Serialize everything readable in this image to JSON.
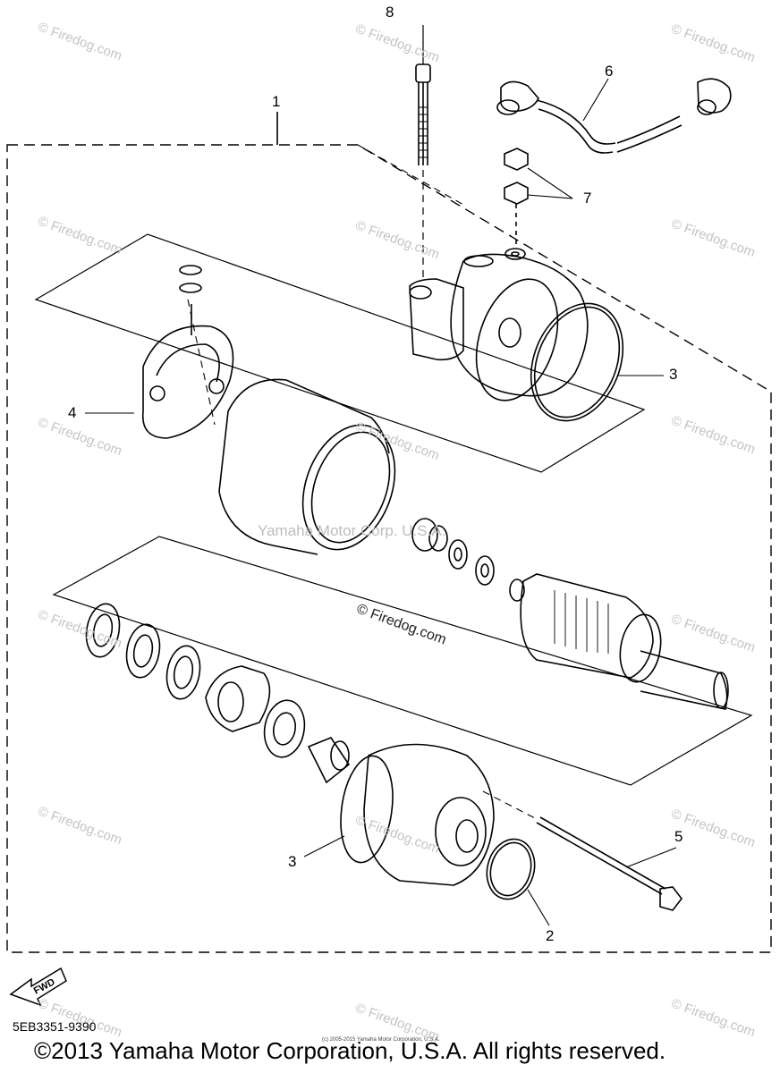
{
  "diagram": {
    "part_numbers": {
      "p1": "1",
      "p2": "2",
      "p3a": "3",
      "p3b": "3",
      "p4": "4",
      "p5": "5",
      "p6": "6",
      "p7": "7",
      "p8": "8"
    },
    "watermark_small": "© Firedog.com",
    "watermark_center": "Yamaha Motor Corp. U.S.A.",
    "watermark_bold": "© Firedog.com",
    "fwd_label": "FWD",
    "part_code": "5EB3351-9390",
    "copyright": "©2013 Yamaha Motor Corporation, U.S.A. All rights reserved.",
    "tiny_copyright": "(c) 2005-2015 Yamaha Motor Corporation, U.S.A."
  }
}
